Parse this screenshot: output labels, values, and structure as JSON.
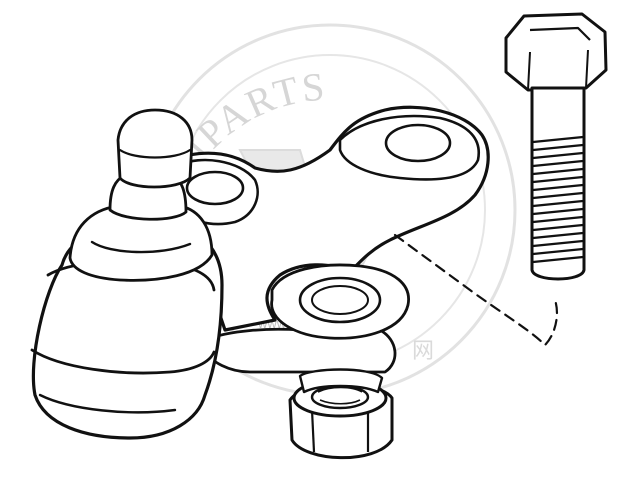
{
  "watermark": {
    "brand_text": "YIPARTS",
    "url_text": "www.yiparts.com",
    "cjk_left": "",
    "cjk_right": "网"
  },
  "parts": {
    "ball_joint": "ball-joint",
    "bolt": "hex-bolt",
    "nut": "lock-nut"
  },
  "colors": {
    "line": "#111111",
    "watermark": "#d6d6d6",
    "background": "#ffffff"
  }
}
